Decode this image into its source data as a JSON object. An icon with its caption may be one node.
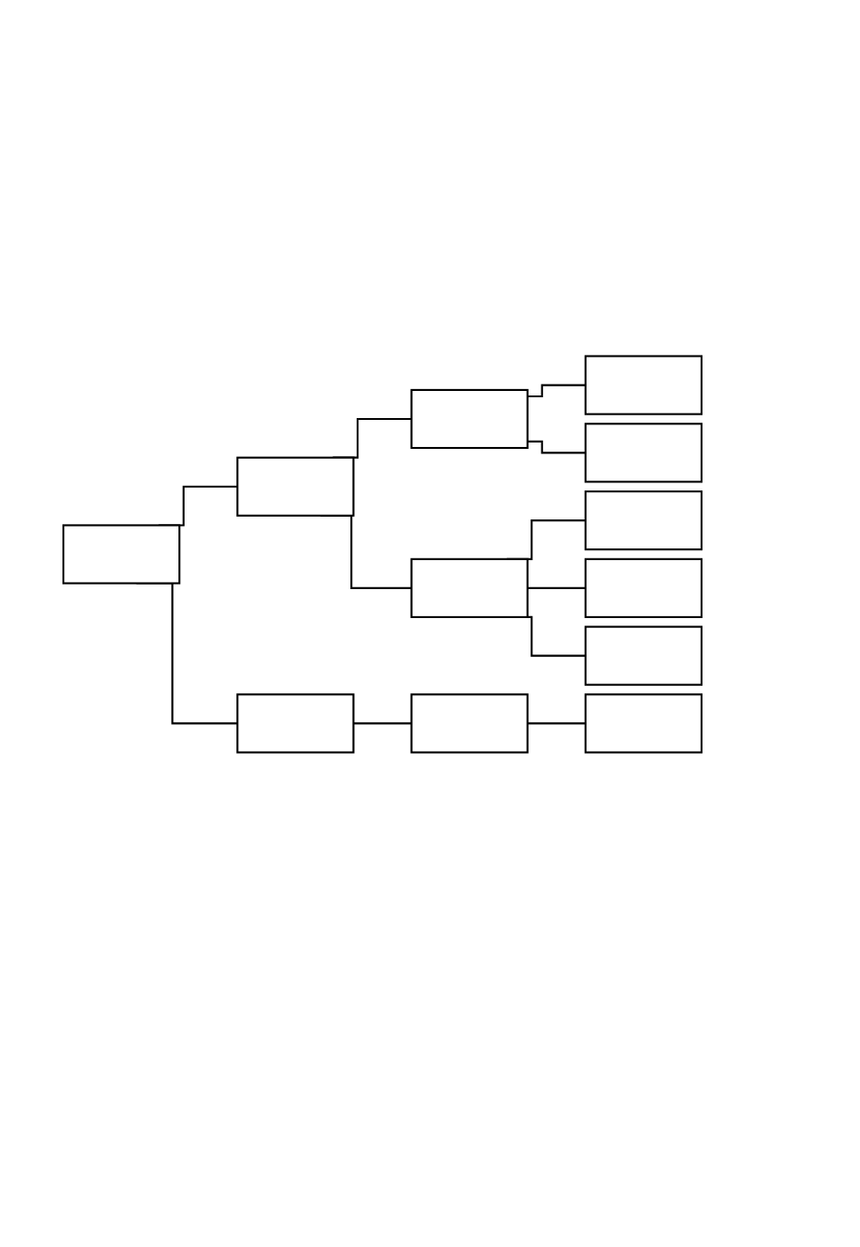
{
  "diagram": {
    "nodes": [
      {
        "text": [],
        "shape": "box"
      },
      {
        "text": [],
        "shape": "box"
      },
      {
        "text": [],
        "shape": "box"
      },
      {
        "text": [],
        "shape": "box"
      },
      {
        "text": [],
        "shape": "box"
      },
      {
        "text": [],
        "shape": "box"
      },
      {
        "text": [],
        "shape": "box"
      },
      {
        "text": [],
        "shape": "box"
      },
      {
        "text": [],
        "shape": "box"
      },
      {
        "text": [],
        "shape": "box"
      },
      {
        "text": [],
        "shape": "box"
      },
      {
        "text": [],
        "shape": "box"
      }
    ],
    "edges": [
      {
        "from": 0,
        "to": 1,
        "arrow": "none"
      },
      {
        "from": 0,
        "to": 2,
        "arrow": "none"
      },
      {
        "from": 1,
        "to": 3,
        "arrow": "none"
      },
      {
        "from": 1,
        "to": 4,
        "arrow": "none"
      },
      {
        "from": 2,
        "to": 5,
        "arrow": "none"
      },
      {
        "from": 3,
        "to": 6,
        "arrow": "none"
      },
      {
        "from": 3,
        "to": 7,
        "arrow": "none"
      },
      {
        "from": 4,
        "to": 8,
        "arrow": "none"
      },
      {
        "from": 4,
        "to": 9,
        "arrow": "none"
      },
      {
        "from": 4,
        "to": 10,
        "arrow": "none"
      },
      {
        "from": 5,
        "to": 11,
        "arrow": "none"
      }
    ]
  }
}
